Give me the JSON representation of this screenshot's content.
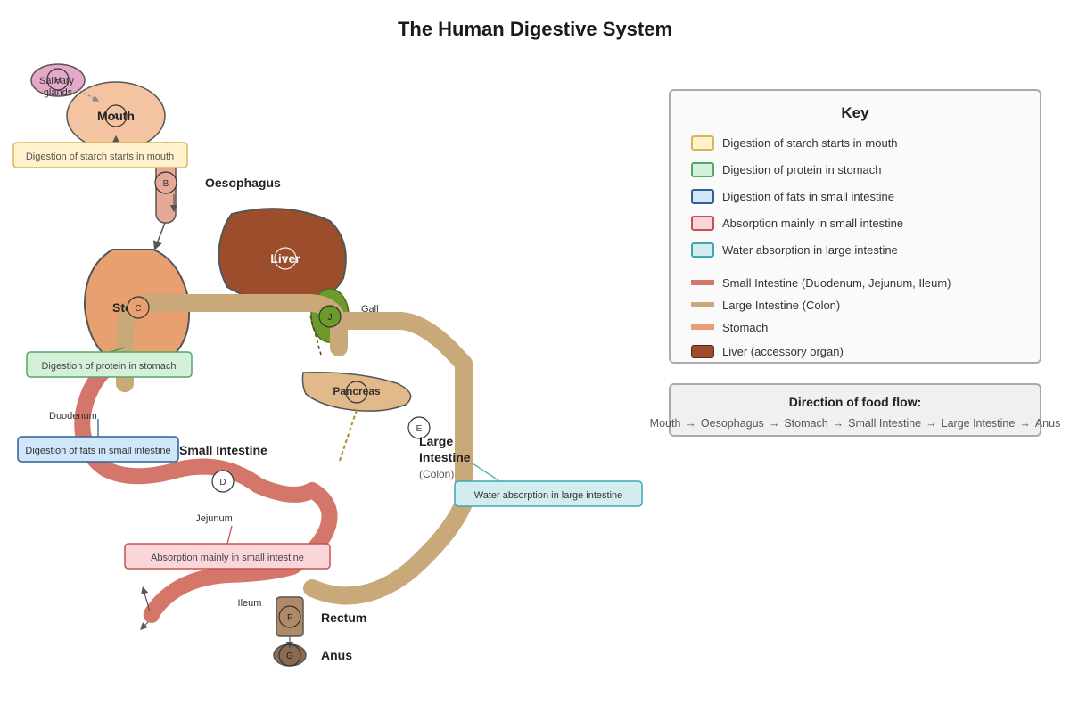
{
  "title": "The Human Digestive System",
  "organs": {
    "salivary": "Salivary glands",
    "mouth": "Mouth",
    "oesophagus": "Oesophagus",
    "liver": "Liver",
    "stomach": "Stomach",
    "gall": "Gall",
    "pancreas": "Pancreas",
    "duodenum": "Duodenum",
    "small_intestine": "Small Intestine",
    "large_intestine_1": "Large",
    "large_intestine_2": "Intestine",
    "colon": "(Colon)",
    "jejunum": "Jejunum",
    "ileum": "Ileum",
    "rectum": "Rectum",
    "anus": "Anus"
  },
  "markers": {
    "a": "A",
    "b": "B",
    "c": "C",
    "d": "D",
    "e": "E",
    "f": "F",
    "g": "G",
    "h": "H",
    "i": "I",
    "j": "J"
  },
  "callouts": {
    "starch": "Digestion of starch starts in mouth",
    "protein": "Digestion of protein in stomach",
    "fats": "Digestion of fats in small intestine",
    "absorption": "Absorption mainly in small intestine",
    "water": "Water absorption in large intestine"
  },
  "key": {
    "title": "Key",
    "items": [
      {
        "label": "Digestion of starch starts in mouth",
        "fill": "#fff2cc",
        "stroke": "#d6b656"
      },
      {
        "label": "Digestion of protein in stomach",
        "fill": "#d5f0d9",
        "stroke": "#52a866"
      },
      {
        "label": "Digestion of fats in small intestine",
        "fill": "#d0e6fa",
        "stroke": "#2f5f94"
      },
      {
        "label": "Absorption mainly in small intestine",
        "fill": "#fad6da",
        "stroke": "#c8504f"
      },
      {
        "label": "Water absorption in large intestine",
        "fill": "#d3ecef",
        "stroke": "#3aa8b4"
      }
    ],
    "lines": [
      {
        "label": "Small Intestine (Duodenum, Jejunum, Ileum)",
        "color": "#d4776a"
      },
      {
        "label": "Large Intestine (Colon)",
        "color": "#c9a87a"
      },
      {
        "label": "Stomach",
        "color": "#e89e72"
      }
    ],
    "organ": {
      "label": "Liver (accessory organ)",
      "color": "#9c4d2b"
    }
  },
  "flow": {
    "title": "Direction of food flow:",
    "steps": [
      "Mouth",
      "Oesophagus",
      "Stomach",
      "Small Intestine",
      "Large Intestine",
      "Anus"
    ],
    "arrow": "→"
  },
  "colors": {
    "small_intestine": "#d4776a",
    "large_intestine": "#c9a87a",
    "stomach": "#e8a070",
    "liver": "#9c4d2b",
    "gallbladder": "#6e9a2c",
    "pancreas": "#e2b98a",
    "mouth": "#f4c3a1",
    "salivary": "#e4a9c9",
    "rectum": "#b08a68",
    "anus": "#8c6a50",
    "oesophagus": "#e8a898"
  }
}
